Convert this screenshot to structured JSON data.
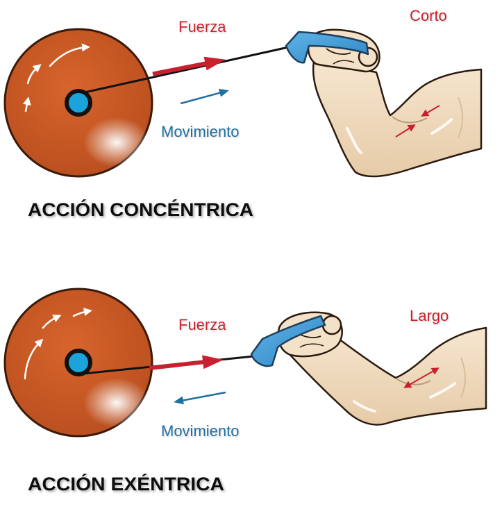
{
  "panels": [
    {
      "force_label": "Fuerza",
      "movement_label": "Movimiento",
      "muscle_state": "Corto",
      "title": "ACCIÓN CONCÉNTRICA"
    },
    {
      "force_label": "Fuerza",
      "movement_label": "Movimiento",
      "muscle_state": "Largo",
      "title": "ACCIÓN EXÉNTRICA"
    }
  ],
  "colors": {
    "force": "#c8202e",
    "movement": "#1f6fa0",
    "disk": "#cc5a26",
    "handle": "#3b9ad6",
    "skin": "#f1dcc2",
    "center": "#1ba3dc"
  }
}
